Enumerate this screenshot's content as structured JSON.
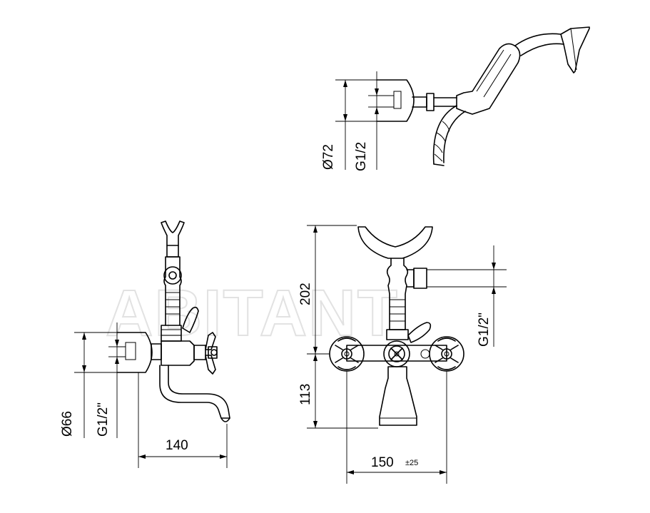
{
  "watermark": {
    "text": "ABITANT"
  },
  "shower": {
    "dims": {
      "outer": "Ø72",
      "thread": "G1/2"
    }
  },
  "side_view": {
    "dims": {
      "outer": "Ø66",
      "thread": "G1/2\"",
      "projection": "140"
    }
  },
  "front_view": {
    "dims": {
      "height_top": "202",
      "height_bottom": "113",
      "outlet_thread": "G1/2\"",
      "centers": "150",
      "centers_tolerance": "±25"
    }
  }
}
